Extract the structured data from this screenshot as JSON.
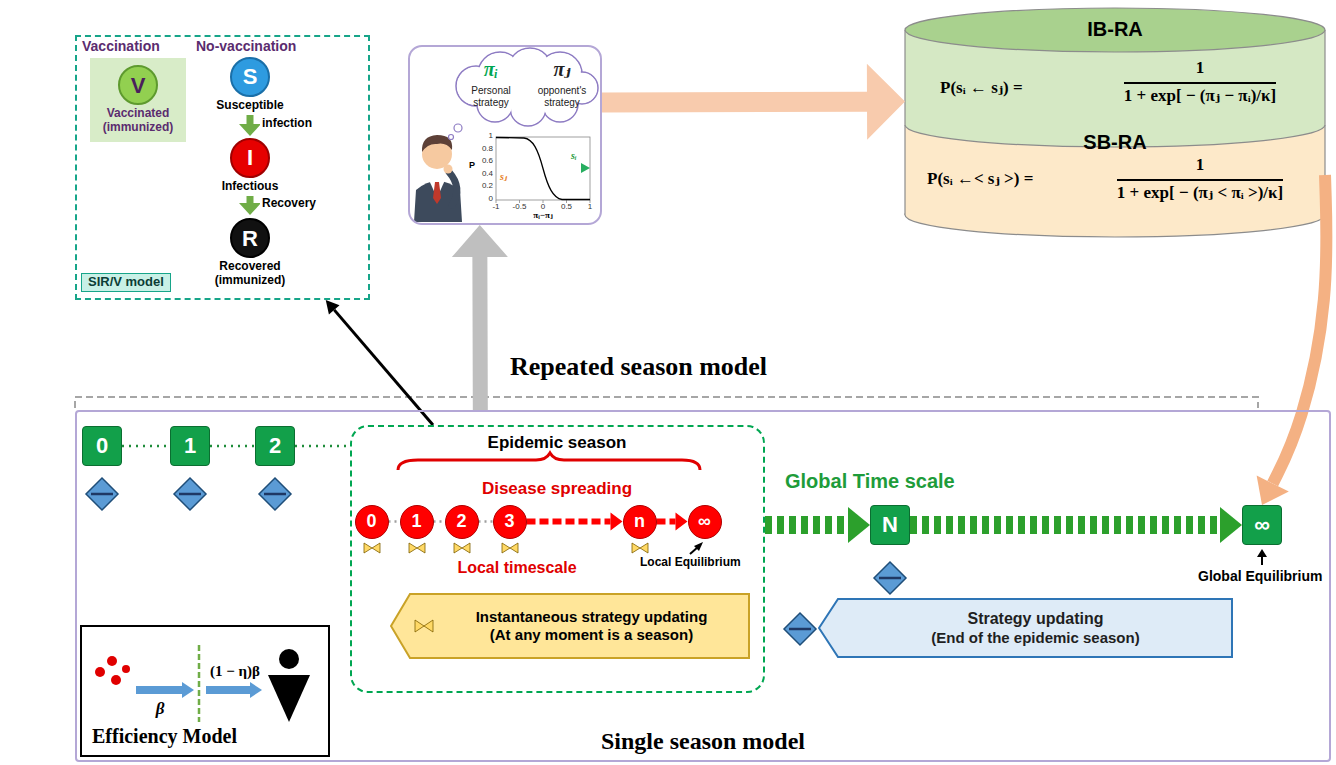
{
  "diagram": {
    "nodes": [
      {
        "text": [
          "SIR/V model"
        ]
      },
      {
        "text": [
          "V",
          "Vaccinated (immunized)"
        ],
        "in": 0
      },
      {
        "text": [
          "S",
          "Susceptible"
        ],
        "in": 0
      },
      {
        "text": [
          "I",
          "Infectious"
        ],
        "in": 0
      },
      {
        "text": [
          "R",
          "Recovered (immunized)"
        ],
        "in": 0
      },
      {
        "text": [
          "πᵢ",
          "Personal strategy",
          "πⱼ",
          "opponent's strategy"
        ]
      },
      {
        "text": [
          "IB-RA",
          "P(sᵢ ← sⱼ) =",
          "1",
          "1 + exp[ − (πⱼ − πᵢ)/κ]"
        ]
      },
      {
        "text": [
          "SB-RA",
          "P(sᵢ ←< sⱼ >) =",
          "1",
          "1 + exp[ − (πⱼ < πᵢ >)/κ]"
        ]
      },
      {
        "text": [
          "Single season model"
        ]
      },
      {
        "text": [
          "0"
        ],
        "in": 8
      },
      {
        "text": [
          "1"
        ],
        "in": 8
      },
      {
        "text": [
          "2"
        ],
        "in": 8
      },
      {
        "text": [
          "β",
          "(1 − η)β",
          "Efficiency Model"
        ],
        "in": 8
      },
      {
        "text": [
          "Epidemic season",
          "Disease spreading",
          "Local timescale"
        ],
        "in": 8
      },
      {
        "text": [
          "0"
        ],
        "in": 13
      },
      {
        "text": [
          "1"
        ],
        "in": 13
      },
      {
        "text": [
          "2"
        ],
        "in": 13
      },
      {
        "text": [
          "3"
        ],
        "in": 13
      },
      {
        "text": [
          "n"
        ],
        "in": 13
      },
      {
        "text": [
          "∞"
        ],
        "in": 13
      },
      {
        "text": [
          "Instantaneous strategy updating",
          "(At any moment is a season)"
        ],
        "in": 13
      },
      {
        "text": [
          "N"
        ],
        "in": 8
      },
      {
        "text": [
          "∞"
        ],
        "in": 8
      },
      {
        "text": [
          "Strategy updating",
          "(End of the epidemic season)"
        ],
        "in": 8
      }
    ],
    "edges": [
      {
        "from": 2,
        "to": 3,
        "arrow": "to",
        "label": "infection"
      },
      {
        "from": 3,
        "to": 4,
        "arrow": "to",
        "label": "Recovery"
      },
      {
        "from": 13,
        "to": 0,
        "arrow": "to"
      },
      {
        "from": 5,
        "to": 6,
        "arrow": "to"
      },
      {
        "from": 8,
        "to": 5,
        "arrow": "to"
      },
      {
        "from": 7,
        "to": 22,
        "arrow": "to"
      },
      {
        "from": 9,
        "to": 10,
        "arrow": "none"
      },
      {
        "from": 10,
        "to": 11,
        "arrow": "none"
      },
      {
        "from": 11,
        "to": 13,
        "arrow": "none"
      },
      {
        "from": 14,
        "to": 15,
        "arrow": "none"
      },
      {
        "from": 15,
        "to": 16,
        "arrow": "none"
      },
      {
        "from": 16,
        "to": 17,
        "arrow": "none"
      },
      {
        "from": 17,
        "to": 18,
        "arrow": "to"
      },
      {
        "from": 18,
        "to": 19,
        "arrow": "to"
      },
      {
        "from": 13,
        "to": 21,
        "arrow": "to"
      },
      {
        "from": 21,
        "to": 22,
        "arrow": "to"
      }
    ],
    "labels": [
      "Vaccination",
      "No-vaccination",
      "Repeated season model",
      "Local Equilibrium",
      "Global Time scale",
      "Global Equilibrium",
      "1",
      "0.8",
      "0.6",
      "0.4",
      "0.2",
      "0",
      "-1",
      "-0.5",
      "0",
      "0.5",
      "1",
      "P",
      "sᵢ",
      "sⱼ",
      "πᵢ−πⱼ"
    ]
  }
}
